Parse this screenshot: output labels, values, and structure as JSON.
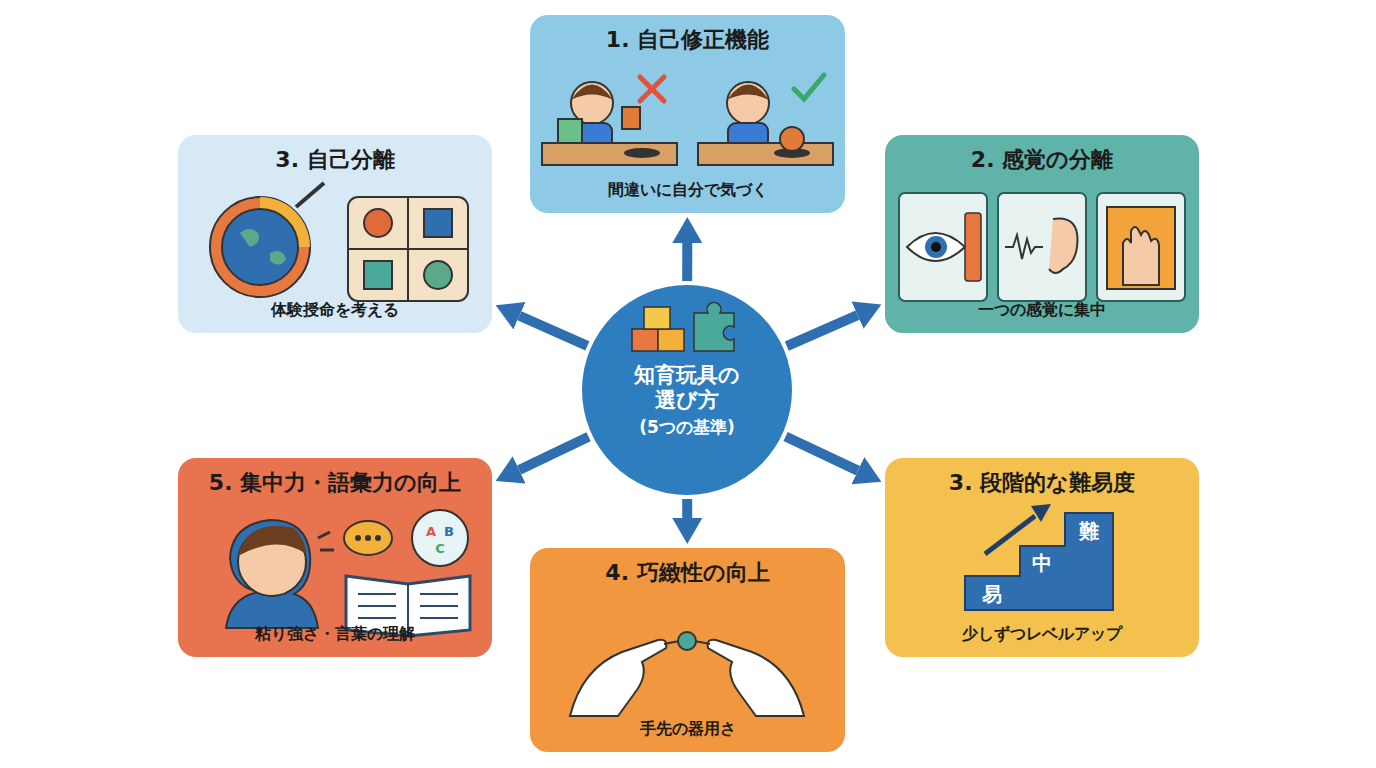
{
  "diagram": {
    "nodes": [
      {
        "text": [
          "1. 自己修正機能",
          "間違いに自分で気づく"
        ]
      },
      {
        "text": [
          "3. 自己分離",
          "体験授命を考える"
        ]
      },
      {
        "text": [
          "2. 感覚の分離",
          "一つの感覚に集中"
        ]
      },
      {
        "text": [
          "知育玩具の 選び方",
          "(5つの基準)"
        ]
      },
      {
        "text": [
          "5. 集中力・語彙力の向上",
          "粘り強さ・言葉の理解"
        ]
      },
      {
        "text": [
          "3. 段階的な難易度",
          "少しずつレベルアップ"
        ]
      },
      {
        "text": [
          "4. 巧緻性の向上",
          "手先の器用さ"
        ]
      }
    ],
    "edges": [
      {
        "from": 3,
        "to": 0,
        "arrow": "to"
      },
      {
        "from": 3,
        "to": 1,
        "arrow": "to"
      },
      {
        "from": 3,
        "to": 2,
        "arrow": "to"
      },
      {
        "from": 3,
        "to": 4,
        "arrow": "to"
      },
      {
        "from": 3,
        "to": 5,
        "arrow": "to"
      },
      {
        "from": 3,
        "to": 6,
        "arrow": "to"
      }
    ],
    "labels": [
      "易",
      "中",
      "難",
      "A",
      "B",
      "C"
    ]
  }
}
